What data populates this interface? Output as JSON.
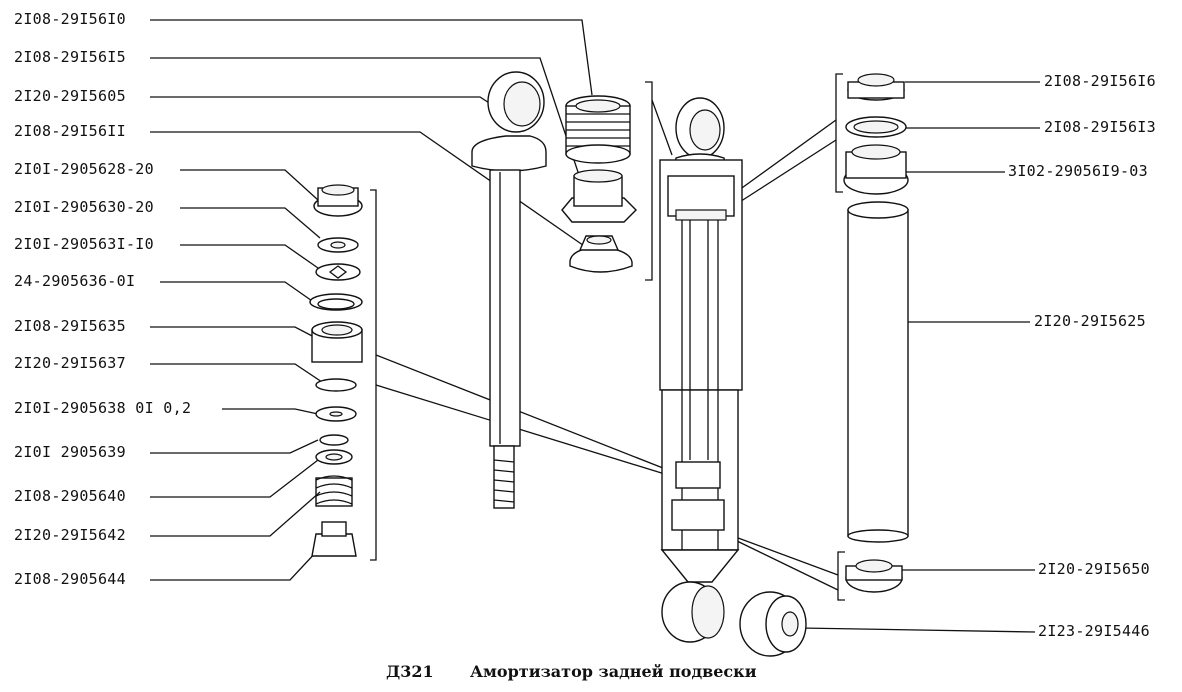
{
  "figure": {
    "code": "Д321",
    "title": "Амортизатор задней подвески"
  },
  "labels_left": [
    "2I08-29I56I0",
    "2I08-29I56I5",
    "2I20-29I5605",
    "2I08-29I56II",
    "2I0I-2905628-20",
    "2I0I-2905630-20",
    "2I0I-290563I-I0",
    "24-2905636-0I",
    "2I08-29I5635",
    "2I20-29I5637",
    "2I0I-2905638 0I 0,2",
    "2I0I 2905639",
    "2I08-2905640",
    "2I20-29I5642",
    "2I08-2905644"
  ],
  "labels_right": [
    "2I08-29I56I6",
    "2I08-29I56I3",
    "3I02-29056I9-03",
    "2I20-29I5625",
    "2I20-29I5650",
    "2I23-29I5446"
  ],
  "colors": {
    "ink": "#111111",
    "paper": "#ffffff"
  }
}
